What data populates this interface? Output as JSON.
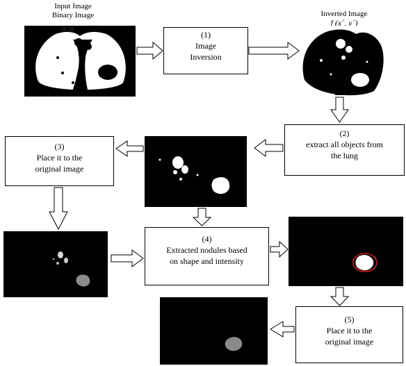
{
  "input": {
    "title_line1": "Input Image",
    "title_line2": "Binary Image",
    "overlay_label": "(x, y)"
  },
  "inverted": {
    "title": "Inverted Image",
    "formula": "f (x´, y´)"
  },
  "steps": [
    {
      "num": "(1)",
      "line1": "Image",
      "line2": "Inversion"
    },
    {
      "num": "(2)",
      "line1": "extract all objects from",
      "line2": "the lung"
    },
    {
      "num": "(3)",
      "line1": "Place it to the",
      "line2": "original image"
    },
    {
      "num": "(4)",
      "line1": "Extracted nodules based",
      "line2": "on shape and intensity"
    },
    {
      "num": "(5)",
      "line1": "Place it to the",
      "line2": "original image"
    }
  ],
  "colors": {
    "highlight_ring": "#cc1f1f",
    "gray_nodule": "#8a8a8a"
  }
}
